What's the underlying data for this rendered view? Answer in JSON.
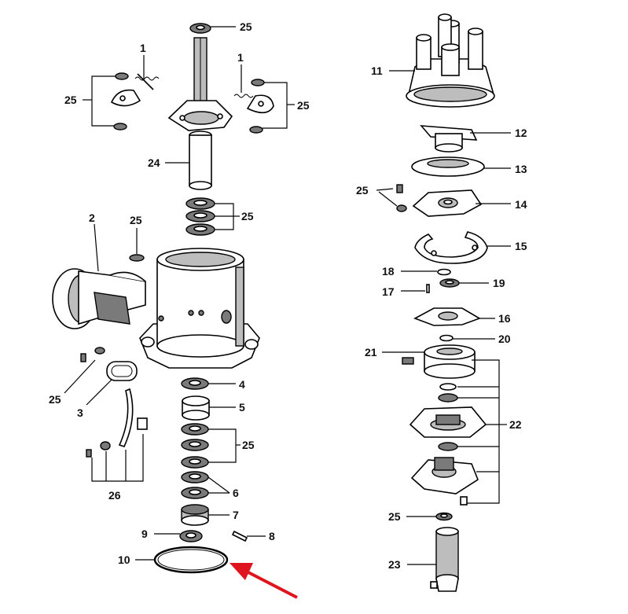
{
  "labels": {
    "p1": "1",
    "p2": "2",
    "p3": "3",
    "p4": "4",
    "p5": "5",
    "p6": "6",
    "p7": "7",
    "p8": "8",
    "p9": "9",
    "p10": "10",
    "p11": "11",
    "p12": "12",
    "p13": "13",
    "p14": "14",
    "p15": "15",
    "p16": "16",
    "p17": "17",
    "p18": "18",
    "p19": "19",
    "p20": "20",
    "p21": "21",
    "p22": "22",
    "p23": "23",
    "p24": "24",
    "p25": "25",
    "p26": "26"
  },
  "colors": {
    "line": "#000000",
    "shade": "#bdbdbd",
    "dark": "#7a7a7a",
    "arrow": "#e0141e",
    "background": "#ffffff"
  }
}
